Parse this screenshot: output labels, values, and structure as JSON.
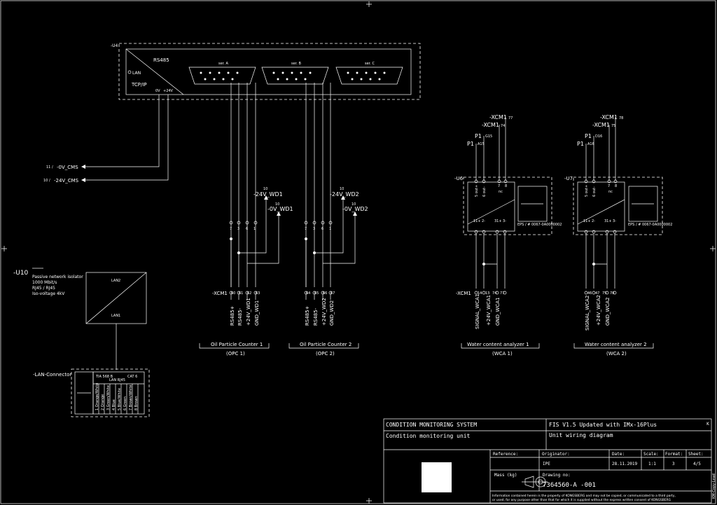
{
  "u4": {
    "tag": "-U4",
    "protocol": "RS485",
    "lan": "LAN",
    "tcpip": "TCP/IP",
    "ov": "0V",
    "p24v": "+24V",
    "ser_a": "ser. A",
    "ser_b": "ser. B",
    "ser_c": "ser. C"
  },
  "cms": {
    "ov_ref": "11 /",
    "ov_label": "-0V_CMS",
    "p24_ref": "10 /",
    "p24_label": "-24V_CMS"
  },
  "opc1": {
    "wd24_ref": "10",
    "wd24": "-24V_WD1",
    "wd0_ref": "10",
    "wd0": "-0V_WD1",
    "pins": [
      "7",
      "3",
      "6",
      "1"
    ],
    "xcm": "-XCM1",
    "terms": [
      "60",
      "61",
      "62",
      "63"
    ],
    "signals": [
      "RS485+",
      "RS485-",
      "+24V_WD1",
      "GND_WD1"
    ],
    "name": "Oil Particle Counter 1",
    "abbr": "(OPC 1)"
  },
  "opc2": {
    "wd24_ref": "10",
    "wd24": "-24V_WD2",
    "wd0_ref": "10",
    "wd0": "-0V_WD2",
    "pins": [
      "7",
      "3",
      "6",
      "1"
    ],
    "terms": [
      "64",
      "65",
      "66",
      "67"
    ],
    "signals": [
      "RS485+",
      "RS485-",
      "+24V_WD2",
      "GND_WD2"
    ],
    "name": "Oil Particle Counter 2",
    "abbr": "(OPC 2)"
  },
  "wca1": {
    "tag": "-U6",
    "xcm_top": "-XCM1",
    "xcm_top_ref": "77",
    "xcm_mid": "-XCM1",
    "xcm_mid_ref": "74",
    "p1a": "P1",
    "p1a_ref": "G15",
    "p1b": "P1",
    "p1b_ref": "A15",
    "out1": "5 out+",
    "out2": "6 out-",
    "ch": "7",
    "ch2": "8",
    "nc": "nc",
    "pins": [
      "11+",
      "2-",
      "31+",
      "3-"
    ],
    "xcm": "-XCM1",
    "terms": [
      "14",
      "13",
      "74",
      "77"
    ],
    "signals": [
      "SIGNAL_WCA1",
      "+24V_WCA1",
      "GND_WCA1"
    ],
    "sub": "EPS / # 0067-0A0000002",
    "name": "Water content analyzer 1",
    "abbr": "(WCA 1)"
  },
  "wca2": {
    "tag": "-U7",
    "xcm_top": "-XCM1",
    "xcm_top_ref": "78",
    "xcm_mid": "-XCM1",
    "xcm_mid_ref": "75",
    "p1a": "P1",
    "p1a_ref": "D16",
    "p1b": "P1",
    "p1b_ref": "A16",
    "out1": "5 out+",
    "out2": "6 out-",
    "ch": "7",
    "ch2": "8",
    "nc": "nc",
    "pins": [
      "11+",
      "2-",
      "31+",
      "3-"
    ],
    "xcm": "-XCM1",
    "terms": [
      "46",
      "47",
      "75",
      "78"
    ],
    "signals": [
      "SIGNAL_WCA2",
      "+24V_WCA2",
      "GND_WCA2"
    ],
    "sub": "EPS / # 0067-0A0000002",
    "name": "Water content analyzer 2",
    "abbr": "(WCA 2)"
  },
  "u10": {
    "tag": "-U10",
    "desc1": "Passive network isolator",
    "desc2": "1000 Mbit/s",
    "desc3": "RJ45 / RJ45",
    "desc4": "Iso-voltage 4kV",
    "lan2": "LAN2",
    "lan1": "LAN1"
  },
  "lanconn": {
    "tag": "-LAN-Connector",
    "std": "TIA 568 B",
    "type": "LAN RJ45",
    "cat": "CAT 6",
    "wires": [
      "1 Orange/White",
      "2 Orange",
      "3 Green/White",
      "4 Blue",
      "5 Blue/White",
      "6 Green",
      "7 Brown/White",
      "8 Brown"
    ]
  },
  "titleblock": {
    "system": "CONDITION MONITORING SYSTEM",
    "unit": "Condition monitoring unit",
    "project": "FIS V1.5 Updated with IMx-16Plus",
    "drawing_title": "Unit wiring diagram",
    "corner": "K",
    "reference_label": "Reference:",
    "originator_label": "Originator:",
    "originator": "IPE",
    "date_label": "Date:",
    "date": "28.11.2019",
    "scale_label": "Scale:",
    "scale": "1:1",
    "format_label": "Format:",
    "format": "3",
    "sheet_label": "Sheet:",
    "sheet": "4/5",
    "mass_label": "Mass (kg)",
    "drawing_no_label": "Drawing no:",
    "drawing_no": "7364560-A  -001",
    "disclaimer1": "Information contained herein is the property of KONGSBERG and may not be copied, or communicated to a third party,",
    "disclaimer2": "or used, for any purpose other than that for which it is supplied without the express written consent of KONGSBERG",
    "side": "KM-Copy-Lead"
  }
}
